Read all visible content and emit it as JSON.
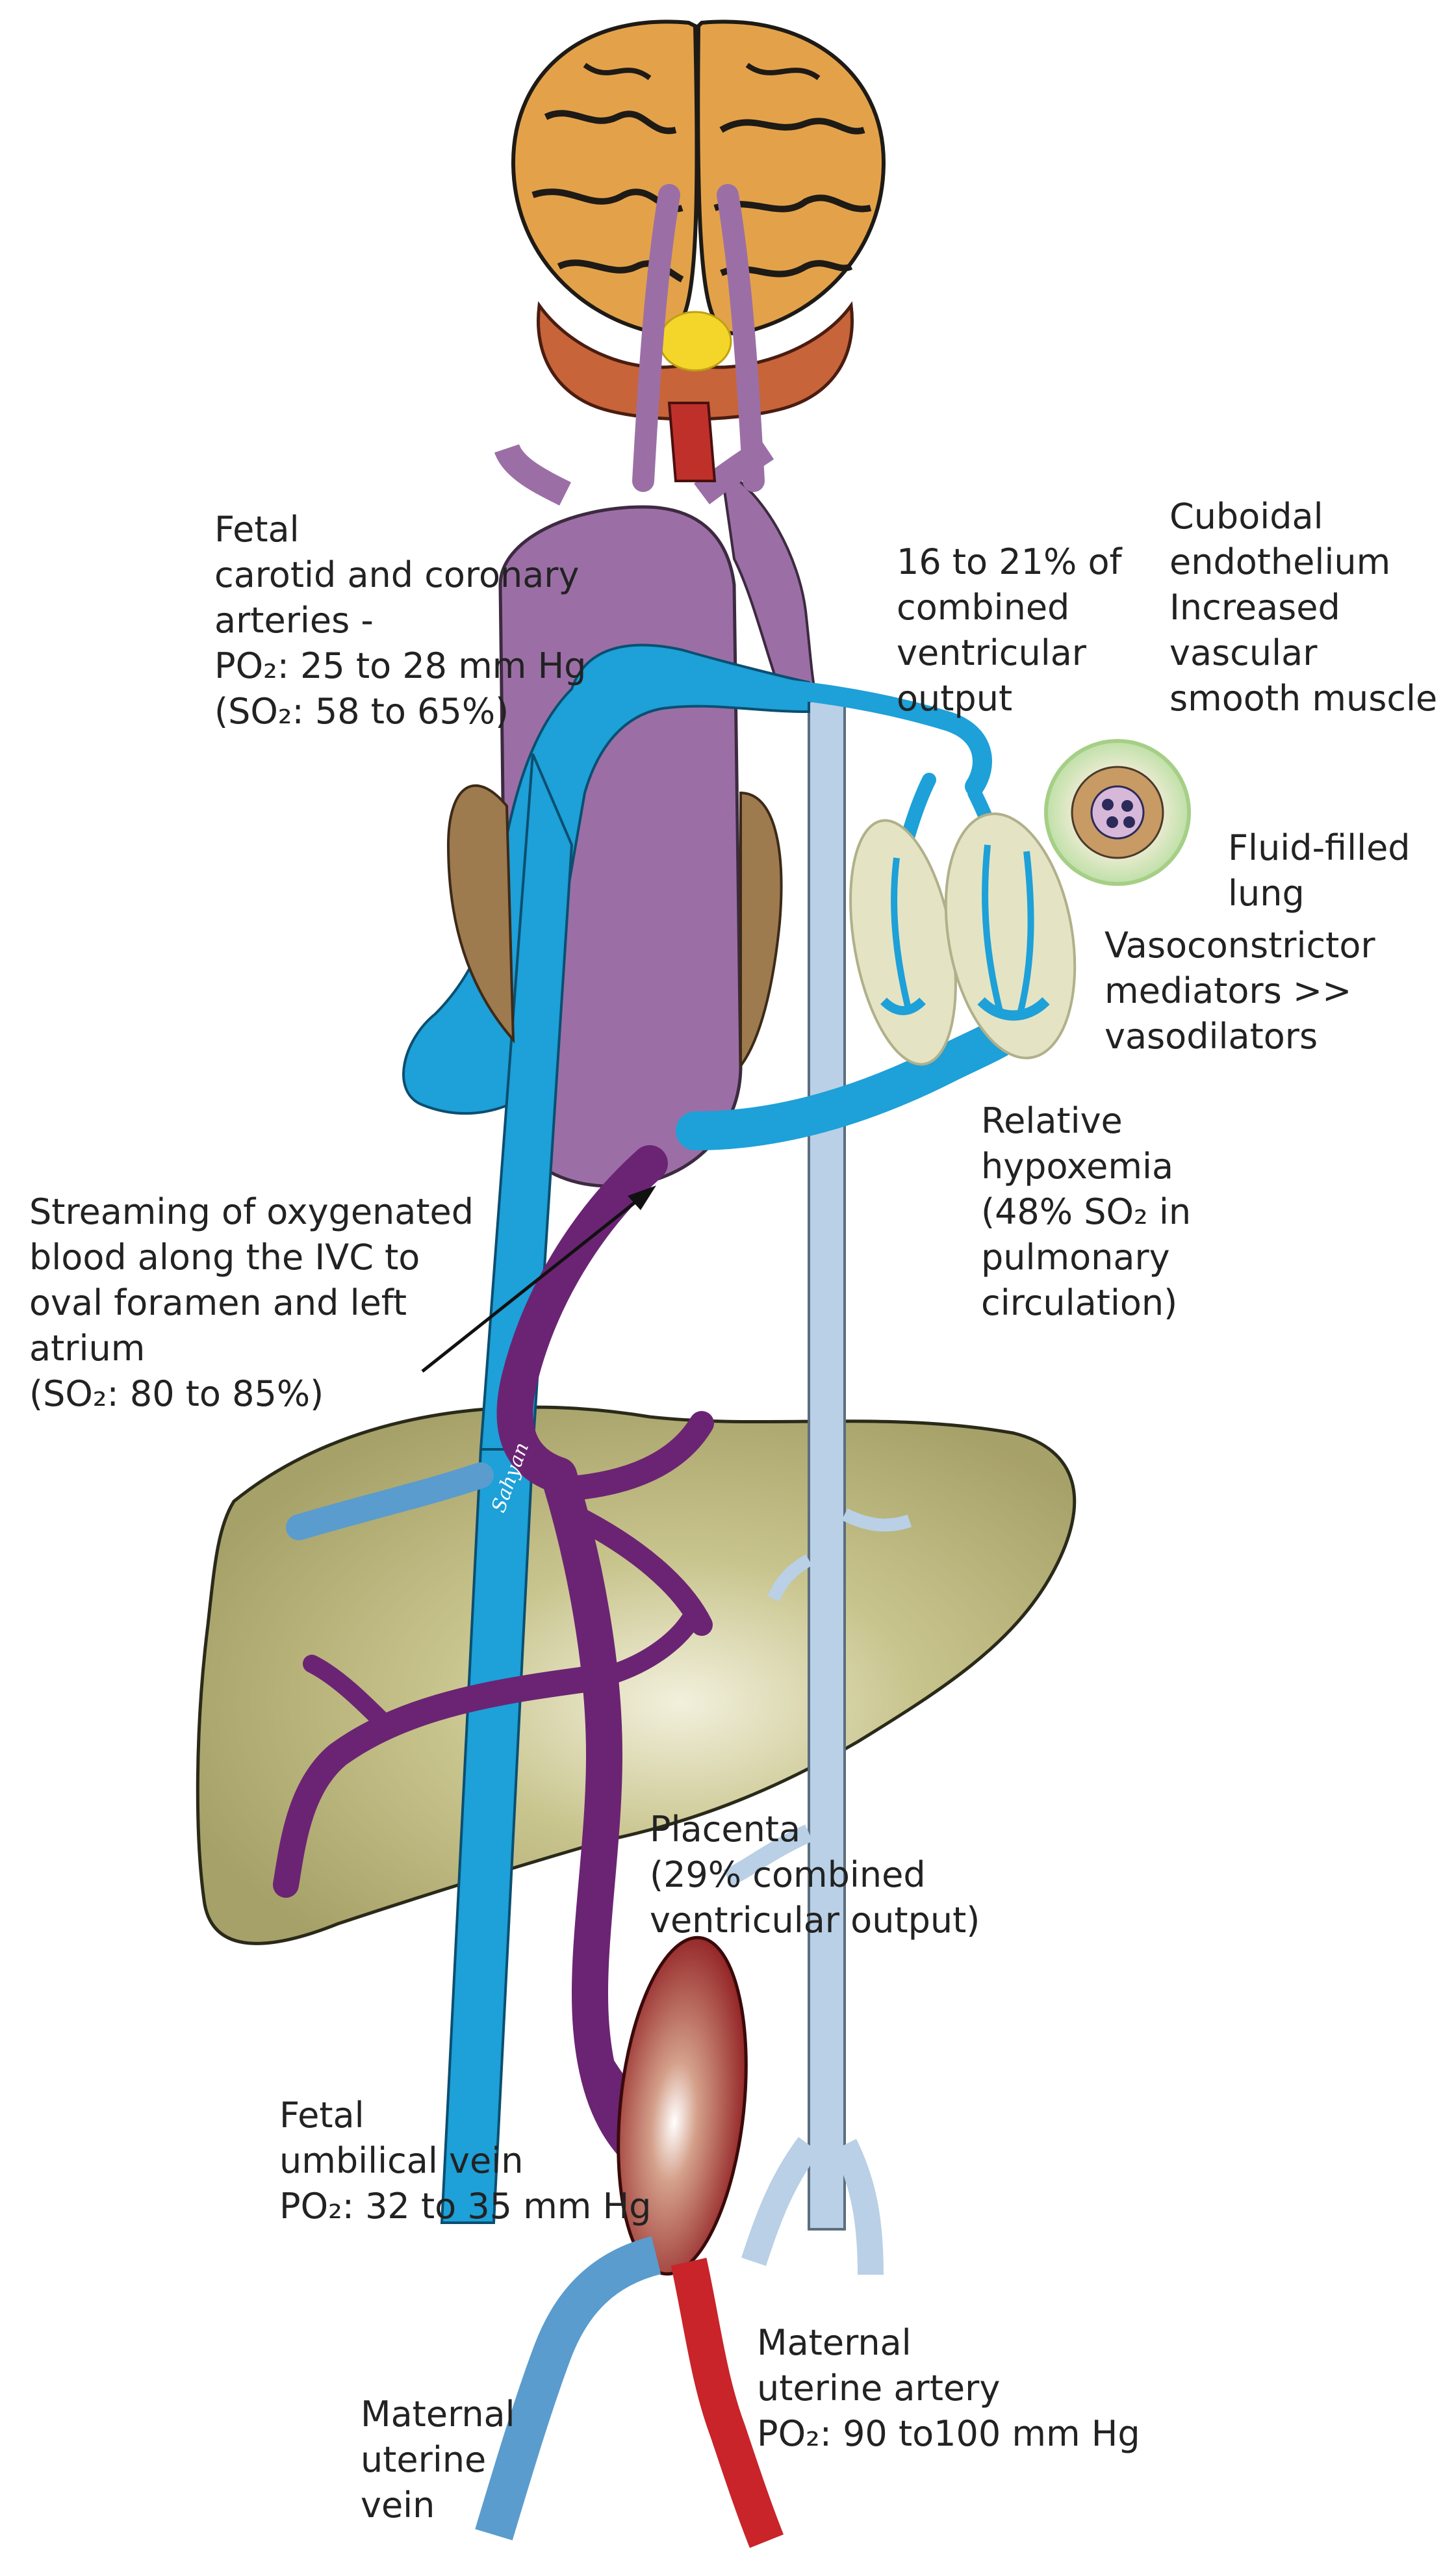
{
  "labels": {
    "carotid": [
      "Fetal",
      "carotid and coronary",
      "arteries -",
      "PO₂: 25 to 28 mm Hg",
      "(SO₂: 58 to 65%)"
    ],
    "pulmonary_output": [
      "16 to 21% of",
      "combined",
      "ventricular",
      "output"
    ],
    "cuboidal": [
      "Cuboidal",
      "endothelium",
      "Increased",
      "vascular",
      "smooth muscle"
    ],
    "fluid_lung": [
      "Fluid-filled",
      "lung"
    ],
    "vasoconstrictor": [
      "Vasoconstrictor",
      "mediators >>",
      "vasodilators"
    ],
    "hypoxemia": [
      "Relative",
      "hypoxemia",
      "(48% SO₂ in",
      "pulmonary",
      "circulation)"
    ],
    "streaming": [
      "Streaming of oxygenated",
      "blood along the IVC to",
      "oval foramen and left",
      "atrium",
      "(SO₂: 80 to 85%)"
    ],
    "placenta": [
      "Placenta",
      "(29% combined",
      "ventricular output)"
    ],
    "umbilical": [
      "Fetal",
      "umbilical vein",
      "PO₂: 32 to 35 mm Hg"
    ],
    "uterine_artery": [
      "Maternal",
      "uterine artery",
      "PO₂: 90 to100 mm Hg"
    ],
    "uterine_vein": [
      "Maternal",
      "uterine",
      "vein"
    ]
  },
  "signature": "Sahyan",
  "colors": {
    "brain": "#e3a24a",
    "brain_fold": "#1e1a16",
    "cerebellum": "#c8643a",
    "brainstem": "#c0302b",
    "thalamus": "#f4d62a",
    "aorta_purple": "#9b6fa6",
    "deoxy_blue": "#1ea0d8",
    "pale_blue": "#b9d0e6",
    "umbilical_purple": "#6b2473",
    "atrium_brown": "#9e7a4f",
    "liver": "#a9a56b",
    "lung_fill": "#e4e4c4",
    "placenta_red": "#8e1a1e",
    "maternal_artery": "#c8242a",
    "maternal_vein": "#5a9ccd"
  }
}
